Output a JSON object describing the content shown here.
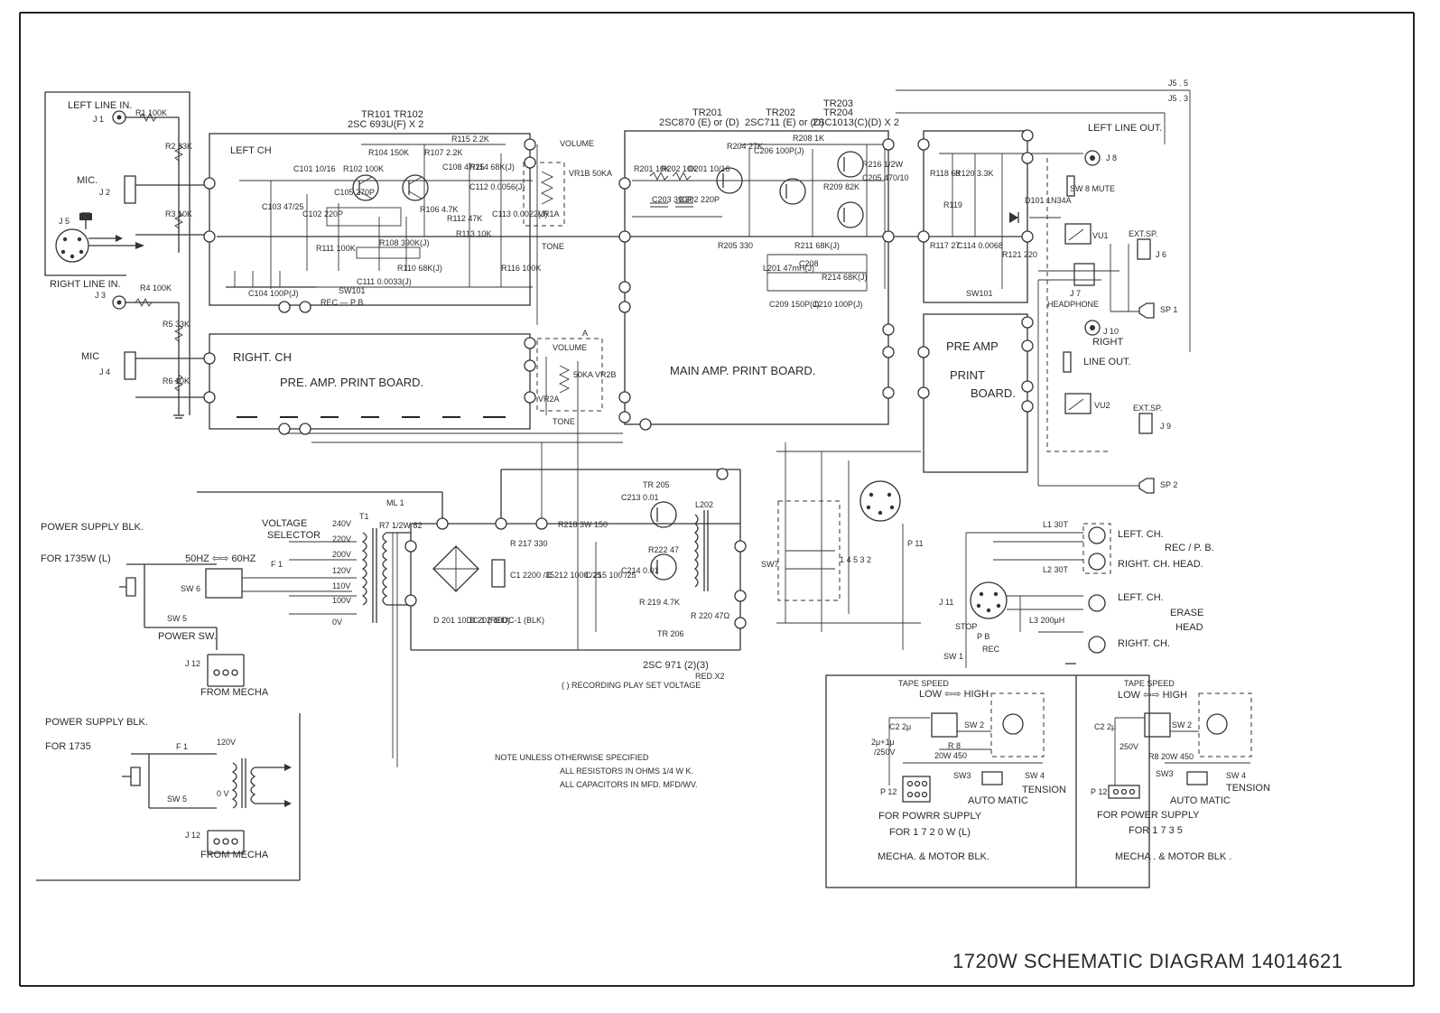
{
  "title": "1720W  SCHEMATIC  DIAGRAM  14014621",
  "inputs": {
    "left_line_in": "LEFT  LINE  IN.",
    "mic1": "MIC.",
    "right_line_in": "RIGHT  LINE  IN.",
    "mic2": "MIC",
    "j1": "J 1",
    "j2": "J 2",
    "j3": "J 3",
    "j4": "J 4",
    "j5": "J 5",
    "r1": "R1  100K",
    "r2": "R2  33K",
    "r3": "R3  10K",
    "r4": "R4  100K",
    "r5": "R5  33K",
    "r6": "R6  10K"
  },
  "preamp_left": {
    "label": "LEFT  CH",
    "transistors": "TR101   TR102",
    "transistor_type": "2SC 693U(F) X 2",
    "parts": [
      "R104 150K",
      "R107 2.2K",
      "C108 47/25",
      "R114 68K(J)",
      "C101 10/16",
      "R102 100K",
      "C103 47/25",
      "C102 220P",
      "C105 270P",
      "R106 4.7K",
      "R112 47K",
      "R111 100K",
      "R108 390K(J)",
      "R110 68K(J)",
      "C111 0.0033(J)",
      "C104 100P(J)",
      "R115  2.2K",
      "C112 0.0056(J)",
      "C113 0.0022(J)",
      "R116 100K",
      "R113 10K"
    ],
    "sw101": "SW101",
    "rec_pb": "REC — P B",
    "volume": "VOLUME",
    "vr1b": "VR1B  50KA",
    "tone": "TONE",
    "vr1a": "VR1A"
  },
  "preamp_right": {
    "label": "RIGHT.  CH",
    "board": "PRE.  AMP.   PRINT  BOARD.",
    "volume": "VOLUME",
    "vr2b": "50KA  VR2B",
    "vr2a": "VR2A",
    "tone": "TONE",
    "arrow_a": "A"
  },
  "main_amp": {
    "tr201": "TR201",
    "tr201_type": "2SC870 (E) or (D)",
    "tr202": "TR202",
    "tr202_type": "2SC711 (E) or (D)",
    "tr203": "TR203",
    "tr204": "TR204",
    "tr203_type": "2SC1013(C)(D) X 2",
    "parts": [
      "R201 10K",
      "R202 10K",
      "C201 10/16",
      "C203 390P",
      "C202 220P",
      "R204 27K",
      "C206 100P(J)",
      "R208 1K",
      "R209 82K",
      "R216 1/2W",
      "C205 470/10",
      "R205 330",
      "R211 68K(J)",
      "C208",
      "R214 68K(J)",
      "L201 47mH(J)",
      "C209 150P(J)",
      "C210 100P(J)"
    ],
    "board": "MAIN  AMP.  PRINT  BOARD.",
    "j5_5": "J5 . 5",
    "j5_3": "J5 . 3"
  },
  "outputs": {
    "left_line_out": "LEFT  LINE  OUT.",
    "j8": "J 8",
    "sw8": "SW 8  MUTE",
    "d101": "D101  1N34A",
    "r118": "R118  68",
    "r120": "R120  3.3K",
    "r119": "R119",
    "r117": "R117  27",
    "c114": "C114  0.0068",
    "r121": "R121  220",
    "sw101": "SW101",
    "vu1": "VU1",
    "ext_sp1": "EXT.SP.",
    "j6": "J 6",
    "j7": "J 7",
    "headphone": "HEADPHONE",
    "sp1": "SP 1",
    "j10": "J 10",
    "right": "RIGHT",
    "line_out": "LINE  OUT.",
    "vu2": "VU2",
    "ext_sp2": "EXT.SP.",
    "j9": "J 9",
    "sp2": "SP 2",
    "preamp_print_board_1": "PRE  AMP",
    "preamp_print_board_2": "PRINT",
    "preamp_print_board_3": "BOARD."
  },
  "power_supply": {
    "title1": "POWER   SUPPLY  BLK.",
    "for1": "FOR  1735W  (L)",
    "voltage": "VOLTAGE",
    "selector": "SELECTOR",
    "hz": "50HZ ⇦⇨ 60HZ",
    "taps": [
      "240V",
      "220V",
      "200V",
      "120V",
      "110V",
      "100V",
      "0V"
    ],
    "t1": "T1",
    "r7": "R7  1/2W  82",
    "ml1": "ML 1",
    "f1": "F 1",
    "sw6": "SW 6",
    "sw5": "SW 5",
    "power_sw": "POWER SW.",
    "j12": "J 12",
    "from_mecha": "FROM  MECHA",
    "title2": "POWER  SUPPLY  BLK.",
    "for2": "FOR   1735",
    "t2_tap": "120V",
    "t2_0v": "0 V"
  },
  "osc_section": {
    "tr205": "TR 205",
    "tr206": "TR 206",
    "c213": "C213  0.01",
    "c214": "C214  0.01",
    "r218": "R218  3W  150",
    "r217": "R 217  330",
    "c1": "C1  2200 /35",
    "c212": "C 212  1000 /25",
    "c215": "C 215  100 /25",
    "r220": "R 220  47Ω",
    "r219": "R 219  4.7K",
    "r222": "R222  47",
    "l202": "L202",
    "d201": "D 201  10DC-1  (RED)",
    "d202": "D 202  10DC-1  (BLK)",
    "transistor_type": "2SC 971 (2)(3)",
    "redx2": "RED.X2",
    "legend": "( )  RECORDING  PLAY  SET  VOLTAGE",
    "sw7": "SW7",
    "p11": "P 11",
    "pins": "1 4 5 3 2"
  },
  "notes": {
    "line1": "NOTE  UNLESS  OTHERWISE  SPECIFIED",
    "line2": "ALL  RESISTORS  IN  OHMS  1/4 W  K.",
    "line3": "ALL  CAPACITORS  IN  MFD.  MFD/WV."
  },
  "heads": {
    "l1": "L1  30T",
    "l2": "L2  30T",
    "left_ch": "LEFT. CH.",
    "rec_pb": "REC / P. B.",
    "right_ch_head": "RIGHT. CH.  HEAD.",
    "j11": "J 11",
    "l3": "L3  200μH",
    "left_ch2": "LEFT. CH.",
    "erase": "ERASE",
    "head": "HEAD",
    "right_ch2": "RIGHT. CH.",
    "stop": "STOP",
    "pb": "P B",
    "rec": "REC",
    "sw1": "SW 1"
  },
  "mecha_1720": {
    "tape_speed": "TAPE  SPEED",
    "low_high": "LOW ⇦⇨ HIGH",
    "c2": "C2  2μ",
    "c2b": "2μ+1μ",
    "c2v": "/250V",
    "sw2": "SW 2",
    "r8": "R 8",
    "r8v": "20W  450",
    "sw3": "SW3",
    "sw4": "SW 4",
    "tension": "TENSION",
    "automatic": "AUTO  MATIC",
    "p12": "P 12",
    "for_power": "FOR  POWRR  SUPPLY",
    "for_model": "FOR      1 7 2 0  W  (L)",
    "blk": "MECHA.  &  MOTOR   BLK."
  },
  "mecha_1735": {
    "tape_speed": "TAPE  SPEED",
    "low_high": "LOW ⇦⇨ HIGH",
    "c2": "C2  2μ",
    "c2v": "250V",
    "sw2": "SW 2",
    "r8": "R8  20W  450",
    "sw3": "SW3",
    "sw4": "SW 4",
    "tension": "TENSION",
    "automatic": "AUTO  MATIC",
    "p12": "P 12",
    "for_power": "FOR  POWER  SUPPLY",
    "for_model": "FOR   1 7 3 5",
    "blk": "MECHA .  &  MOTOR   BLK ."
  },
  "icons": [
    "jack-icon",
    "din-connector-icon",
    "transistor-icon",
    "transformer-icon",
    "motor-icon",
    "speaker-icon",
    "meter-icon",
    "head-icon",
    "ground-icon"
  ]
}
